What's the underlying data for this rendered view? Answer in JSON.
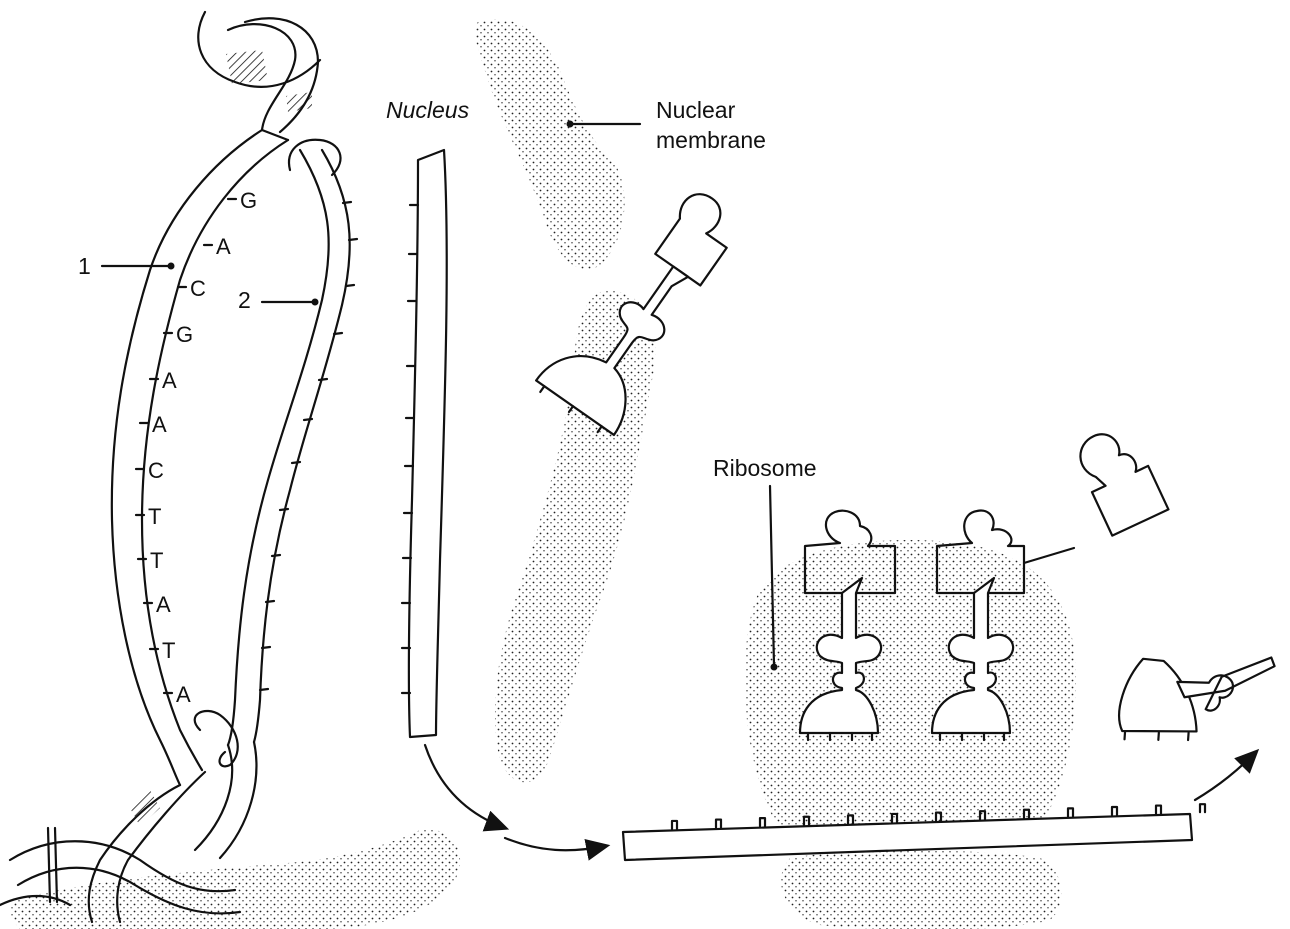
{
  "labels": {
    "nucleus": "Nucleus",
    "nuclear_membrane_line1": "Nuclear",
    "nuclear_membrane_line2": "membrane",
    "ribosome": "Ribosome",
    "strand1": "1",
    "strand2": "2"
  },
  "bases": [
    "G",
    "A",
    "C",
    "G",
    "A",
    "A",
    "C",
    "T",
    "T",
    "A",
    "T",
    "A"
  ],
  "colors": {
    "ink": "#111111",
    "stipple": "#222222",
    "background": "#ffffff"
  }
}
